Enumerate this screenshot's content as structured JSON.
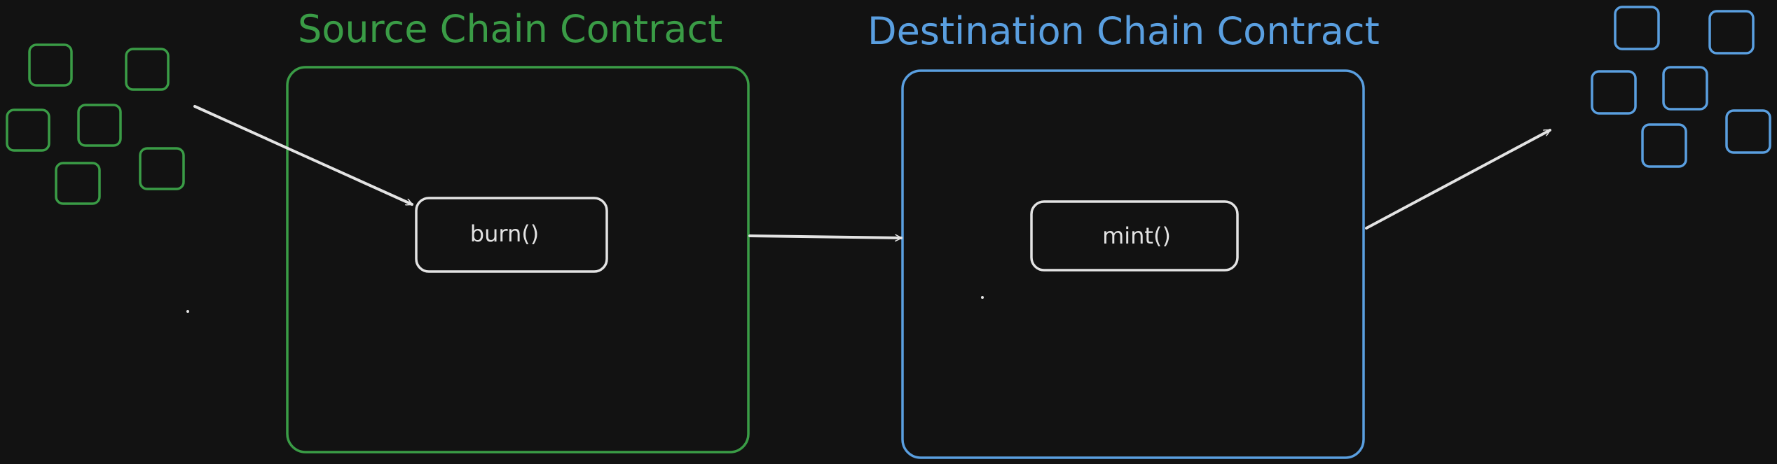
{
  "colors": {
    "background": "#121212",
    "source": "#3a9c46",
    "destination": "#5a9fe0",
    "neutral": "#e3e3e3"
  },
  "source": {
    "title": "Source Chain Contract",
    "function_label": "burn()"
  },
  "destination": {
    "title": "Destination Chain Contract",
    "function_label": "mint()"
  },
  "icons": {
    "source_tokens": "green-token-squares",
    "destination_tokens": "blue-token-squares",
    "arrow": "arrow-icon"
  }
}
